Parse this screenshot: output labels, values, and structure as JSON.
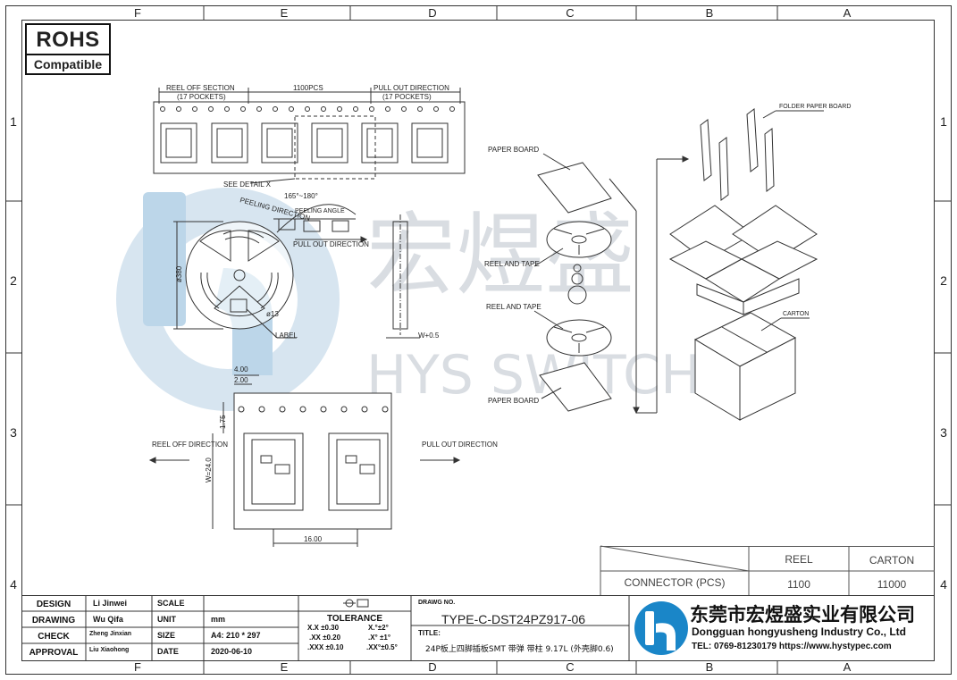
{
  "rohs": {
    "line1": "ROHS",
    "line2": "Compatible"
  },
  "grid": {
    "columns": [
      "F",
      "E",
      "D",
      "C",
      "B",
      "A"
    ],
    "rows": [
      "1",
      "2",
      "3",
      "4"
    ]
  },
  "watermark": {
    "cn": "宏煜盛",
    "en": "HYS SWITCH"
  },
  "reel_tape": {
    "reel_off_section": "REEL OFF SECTION",
    "reel_off_pockets": "(17 POCKETS)",
    "count": "1100PCS",
    "pull_out_direction": "PULL OUT DIRECTION",
    "pull_out_pockets": "(17 POCKETS)",
    "see_detail": "SEE DETAIL X"
  },
  "reel": {
    "peeling_direction": "PEELING DIRECTION",
    "angle": "165°~180°",
    "peeling_angle": "PEELING ANGLE",
    "pull_out_direction": "PULL OUT DIRECTION",
    "diameter": "ø380",
    "hub": "ø13",
    "label": "LABEL",
    "width": "W+0.5"
  },
  "detail": {
    "dim_4": "4.00",
    "dim_2": "2.00",
    "dim_175": "1.75",
    "dim_w": "W=24.0",
    "dim_16": "16.00",
    "reel_off": "REEL OFF DIRECTION",
    "pull_out": "PULL OUT DIRECTION"
  },
  "packaging": {
    "paper_board_top": "PAPER BOARD",
    "reel_and_tape_1": "REEL AND TAPE",
    "reel_and_tape_2": "REEL AND TAPE",
    "paper_board_bottom": "PAPER BOARD",
    "folder_paper_board": "FOLDER PAPER BOARD",
    "carton": "CARTON"
  },
  "quantity_table": {
    "col_reel": "REEL",
    "col_carton": "CARTON",
    "row_label": "CONNECTOR (PCS)",
    "reel_value": "1100",
    "carton_value": "11000"
  },
  "title_block": {
    "design_label": "DESIGN",
    "design_name": "Li Jinwei",
    "drawing_label": "DRAWING",
    "drawing_name": "Wu Qifa",
    "check_label": "CHECK",
    "check_name": "Zheng Jinxian",
    "approval_label": "APPROVAL",
    "approval_name": "Liu Xiaohong",
    "scale_label": "SCALE",
    "unit_label": "UNIT",
    "unit_value": "mm",
    "size_label": "SIZE",
    "size_value": "A4: 210 * 297",
    "date_label": "DATE",
    "date_value": "2020-06-10",
    "tolerance_label": "TOLERANCE",
    "tol_1": "X.X  ±0.30",
    "tol_2": ".XX  ±0.20",
    "tol_3": ".XXX  ±0.10",
    "tol_a1": "X.°±2°",
    "tol_a2": ".X° ±1°",
    "tol_a3": ".XX°±0.5°",
    "drawing_no_label": "DRAWG NO.",
    "drawing_no": "TYPE-C-DST24PZ917-06",
    "title_label": "TITLE:",
    "title_value": "24P板上四脚插板SMT 带弹 带柱 9.17L (外壳脚0.6)"
  },
  "company": {
    "name_cn": "东莞市宏煜盛实业有限公司",
    "name_en": "Dongguan hongyusheng Industry Co., Ltd",
    "contact": "TEL: 0769-81230179   https://www.hystypec.com"
  }
}
